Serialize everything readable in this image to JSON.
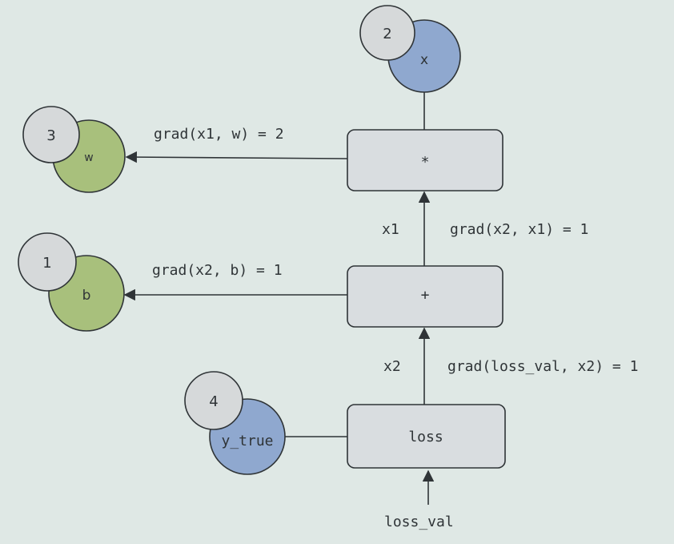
{
  "colors": {
    "background": "#dfe8e5",
    "op_box_fill": "#d9dde0",
    "op_box_stroke": "#2f3437",
    "gray_circle": "#d6d9da",
    "green_circle": "#a8c07c",
    "blue_circle": "#8fa8cf",
    "line": "#2f3437"
  },
  "nodes": {
    "x": {
      "label": "x",
      "badge": "2"
    },
    "w": {
      "label": "w",
      "badge": "3"
    },
    "b": {
      "label": "b",
      "badge": "1"
    },
    "y_true": {
      "label": "y_true",
      "badge": "4"
    }
  },
  "ops": {
    "mul": "*",
    "add": "+",
    "loss": "loss"
  },
  "edges": {
    "x1": "x1",
    "x2": "x2",
    "grad_x1_w": "grad(x1, w) = 2",
    "grad_x2_b": "grad(x2, b) = 1",
    "grad_x2_x1": "grad(x2, x1) = 1",
    "grad_loss_x2": "grad(loss_val, x2) = 1",
    "loss_val": "loss_val"
  }
}
